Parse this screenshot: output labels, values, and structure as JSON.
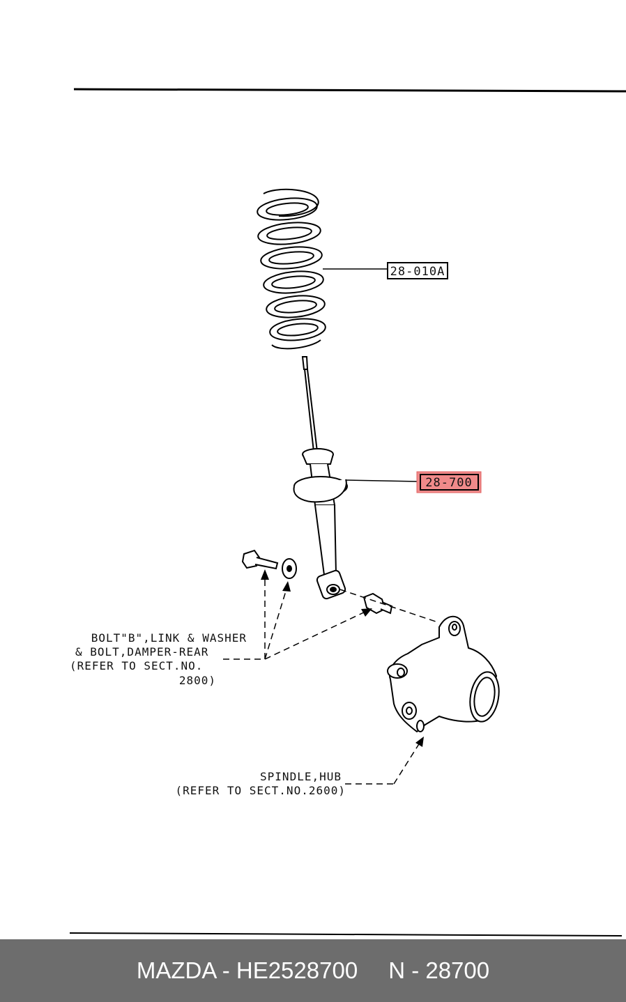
{
  "callouts": {
    "spring_part": "28-010A",
    "damper_part": "28-700",
    "bolt_note": {
      "line1": "BOLT\"B\",LINK & WASHER",
      "line2": "& BOLT,DAMPER-REAR",
      "line3": "(REFER TO SECT.NO.",
      "line4": "2800)"
    },
    "spindle_note": {
      "line1": "SPINDLE,HUB",
      "line2": "(REFER TO SECT.NO.2600)"
    }
  },
  "footer": {
    "part_title": "MAZDA - HE2528700",
    "section": "N - 28700"
  },
  "colors": {
    "highlight": "#f08a8a",
    "footer_bg": "#6d6d6d"
  }
}
